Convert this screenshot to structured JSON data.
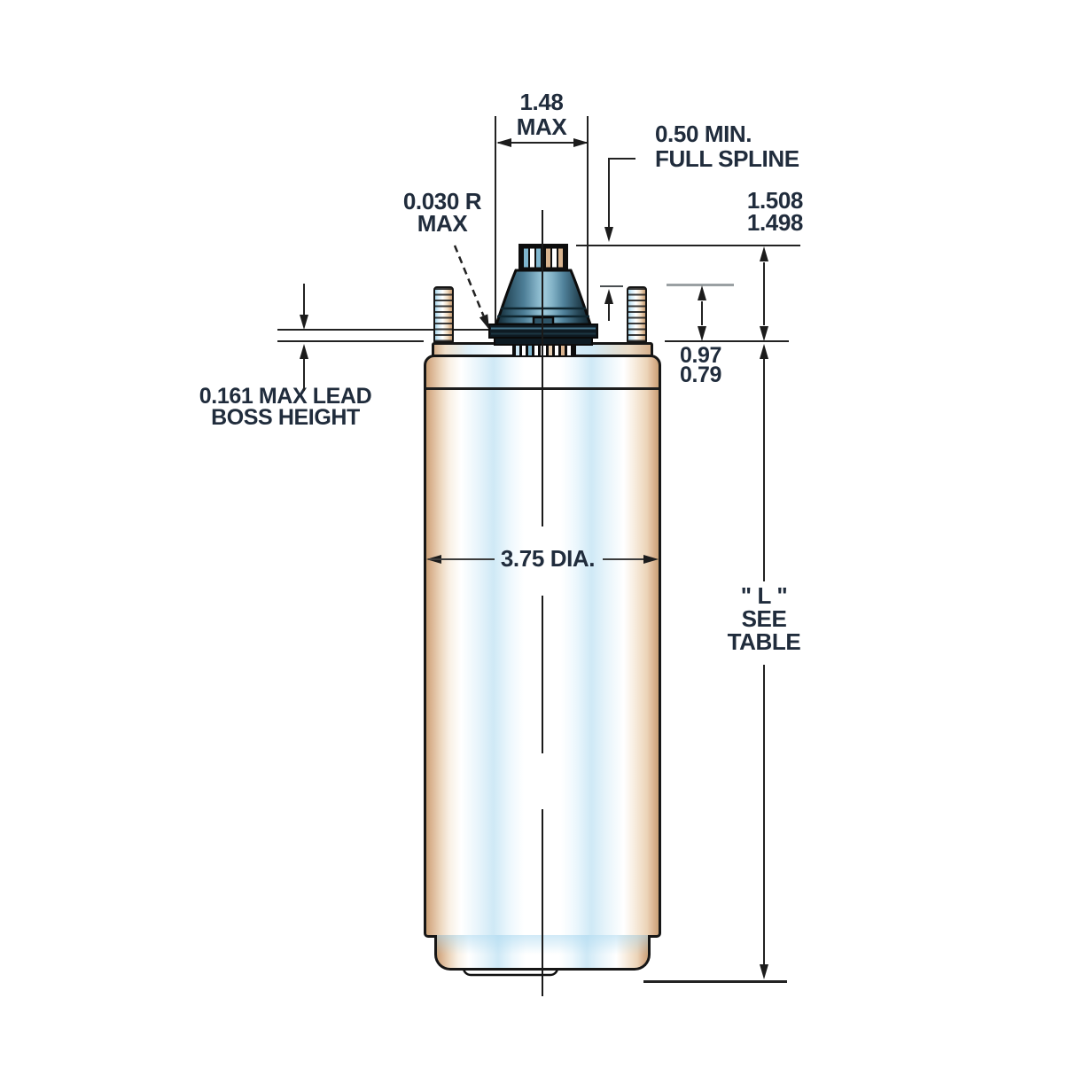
{
  "drawing_labels": {
    "width": {
      "l1": "1.48",
      "l2": "MAX"
    },
    "spline": {
      "l1": "0.50 MIN.",
      "l2": "FULL SPLINE"
    },
    "shaft_ext": {
      "l1": "1.508",
      "l2": "1.498"
    },
    "radius": {
      "l1": "0.030 R",
      "l2": "MAX"
    },
    "lead_boss": {
      "l1": "0.161 MAX LEAD",
      "l2": "BOSS HEIGHT"
    },
    "shoulder": {
      "l1": "0.97",
      "l2": "0.79"
    },
    "diameter": {
      "l1": "3.75 DIA."
    },
    "length": {
      "l1": "\" L \"",
      "l2": "SEE",
      "l3": "TABLE"
    }
  },
  "colors": {
    "outline": "#161616",
    "dimension-line": "#222222",
    "text": "#202c3c",
    "body-tan": "#d9b28f",
    "body-blue": "#cfe9f6",
    "spline-blue": "#7fb6ce",
    "spline-tan": "#d9b48f",
    "cone-dark": "#10242e",
    "cone-mid": "#4f8099",
    "cone-light": "#9cc7d8",
    "flange-dark": "#0e1b23",
    "ref-gray": "#9aa0a3"
  }
}
